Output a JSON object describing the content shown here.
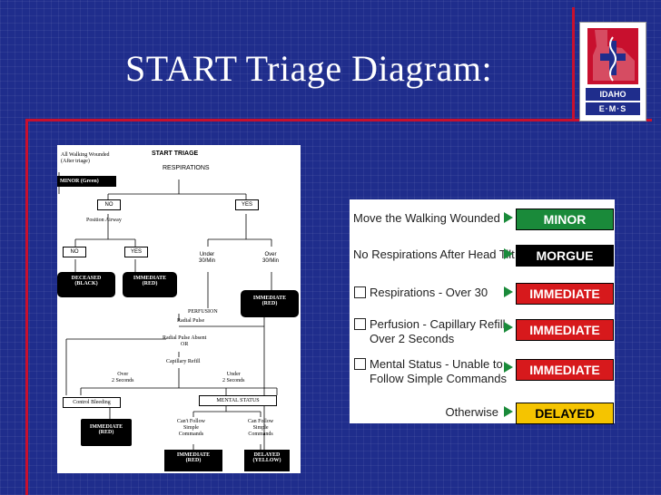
{
  "title": "START Triage Diagram:",
  "logo": {
    "line1": "IDAHO",
    "line2": "E·M·S"
  },
  "flowchart": {
    "walking_wounded": [
      "All Walking Wounded",
      "(After triage)"
    ],
    "start_title": "START TRIAGE",
    "respirations": "RESPIRATIONS",
    "minor_green": "MINOR (Green)",
    "no": "NO",
    "yes": "YES",
    "position_airway": "Position Airway",
    "under_30": [
      "Under",
      "30/Min"
    ],
    "over_30": [
      "Over",
      "30/Min"
    ],
    "deceased": [
      "DECEASED",
      "(BLACK)"
    ],
    "immediate_red": [
      "IMMEDIATE",
      "(RED)"
    ],
    "perfusion": "PERFUSION",
    "radial_pulse": "Radial Pulse",
    "radial_absent": [
      "Radial Pulse Absent",
      "OR"
    ],
    "capillary_refill": "Capillary Refill",
    "over_2s": [
      "Over",
      "2 Seconds"
    ],
    "under_2s": [
      "Under",
      "2 Seconds"
    ],
    "control_bleeding": "Control Bleeding",
    "mental_status": "MENTAL STATUS",
    "cant_follow": [
      "Can't Follow",
      "Simple",
      "Commands"
    ],
    "can_follow": [
      "Can Follow",
      "Simple",
      "Commands"
    ],
    "delayed_yellow": [
      "DELAYED",
      "(YELLOW)"
    ]
  },
  "legend": {
    "rows": [
      {
        "text": [
          "Move the Walking Wounded"
        ],
        "tag": "MINOR",
        "tag_bg": "#1a8a3a",
        "tag_fg": "#ffffff",
        "checkbox": false
      },
      {
        "text": [
          "No Respirations After Head Tilt"
        ],
        "tag": "MORGUE",
        "tag_bg": "#000000",
        "tag_fg": "#ffffff",
        "checkbox": false
      },
      {
        "text": [
          "Respirations - Over 30"
        ],
        "tag": "IMMEDIATE",
        "tag_bg": "#d7191c",
        "tag_fg": "#ffffff",
        "checkbox": true
      },
      {
        "text": [
          "Perfusion - Capillary Refill",
          "Over 2 Seconds"
        ],
        "tag": "IMMEDIATE",
        "tag_bg": "#d7191c",
        "tag_fg": "#ffffff",
        "checkbox": true
      },
      {
        "text": [
          "Mental Status - Unable to",
          "Follow Simple Commands"
        ],
        "tag": "IMMEDIATE",
        "tag_bg": "#d7191c",
        "tag_fg": "#ffffff",
        "checkbox": true
      },
      {
        "text": [
          "Otherwise"
        ],
        "tag": "DELAYED",
        "tag_bg": "#f5c400",
        "tag_fg": "#000000",
        "checkbox": false
      }
    ]
  },
  "colors": {
    "background": "#1f2d8c",
    "accent_red": "#c8102e",
    "arrow_green": "#1a8a3a"
  }
}
